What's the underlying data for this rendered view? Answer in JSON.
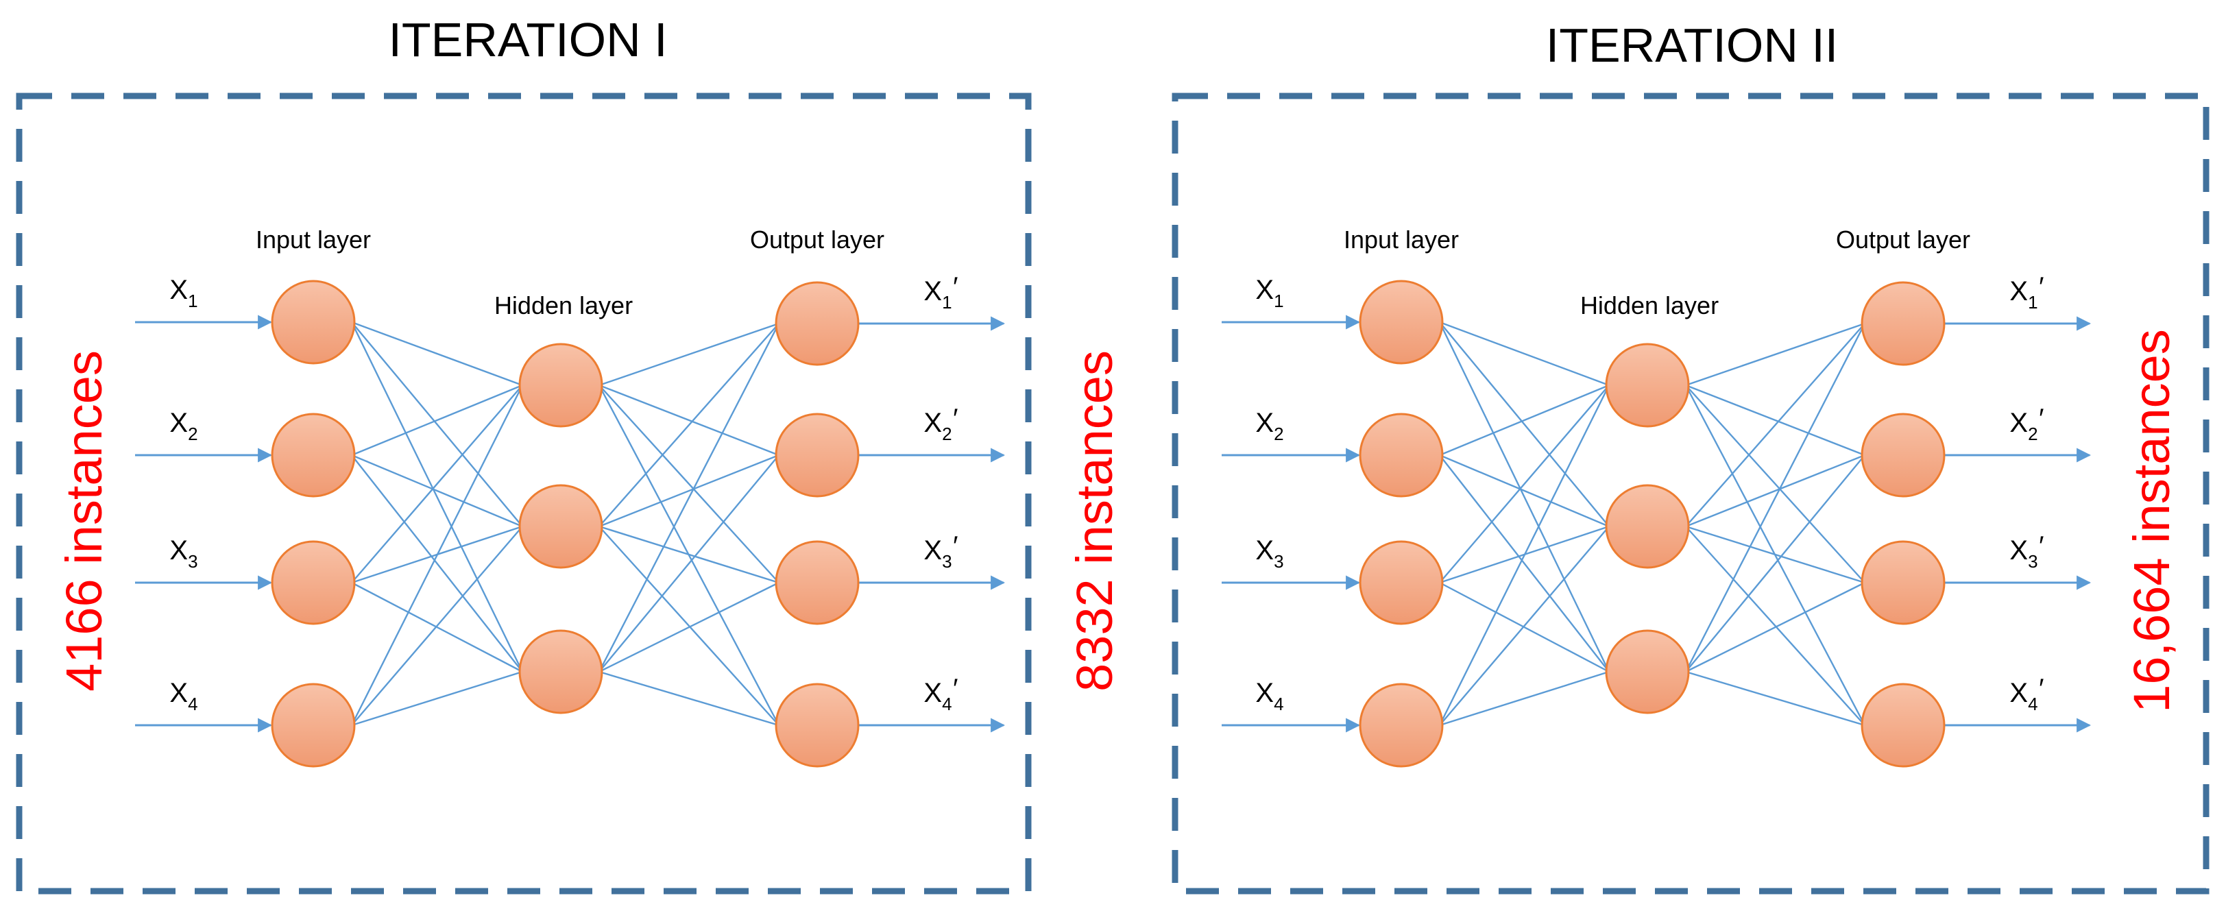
{
  "diagram": {
    "panels": [
      {
        "title": "ITERATION I",
        "input_label": "Input layer",
        "hidden_label": "Hidden layer",
        "output_label": "Output layer",
        "inputs": [
          {
            "base": "X",
            "sub": "1"
          },
          {
            "base": "X",
            "sub": "2"
          },
          {
            "base": "X",
            "sub": "3"
          },
          {
            "base": "X",
            "sub": "4"
          }
        ],
        "outputs": [
          {
            "base": "X",
            "sub": "1",
            "prime": "′"
          },
          {
            "base": "X",
            "sub": "2",
            "prime": "′"
          },
          {
            "base": "X",
            "sub": "3",
            "prime": "′"
          },
          {
            "base": "X",
            "sub": "4",
            "prime": "′"
          }
        ],
        "input_count": "4166 instances",
        "output_count": "8332 instances"
      },
      {
        "title": "ITERATION II",
        "input_label": "Input layer",
        "hidden_label": "Hidden layer",
        "output_label": "Output layer",
        "inputs": [
          {
            "base": "X",
            "sub": "1"
          },
          {
            "base": "X",
            "sub": "2"
          },
          {
            "base": "X",
            "sub": "3"
          },
          {
            "base": "X",
            "sub": "4"
          }
        ],
        "outputs": [
          {
            "base": "X",
            "sub": "1",
            "prime": "′"
          },
          {
            "base": "X",
            "sub": "2",
            "prime": "′"
          },
          {
            "base": "X",
            "sub": "3",
            "prime": "′"
          },
          {
            "base": "X",
            "sub": "4",
            "prime": "′"
          }
        ],
        "output_count": "16,664 instances"
      }
    ],
    "colors": {
      "box_border": "#41719c",
      "node_fill": "#f4a582",
      "node_stroke": "#ed7d31",
      "edge": "#5b9bd5",
      "count_text": "#ff0000"
    }
  }
}
